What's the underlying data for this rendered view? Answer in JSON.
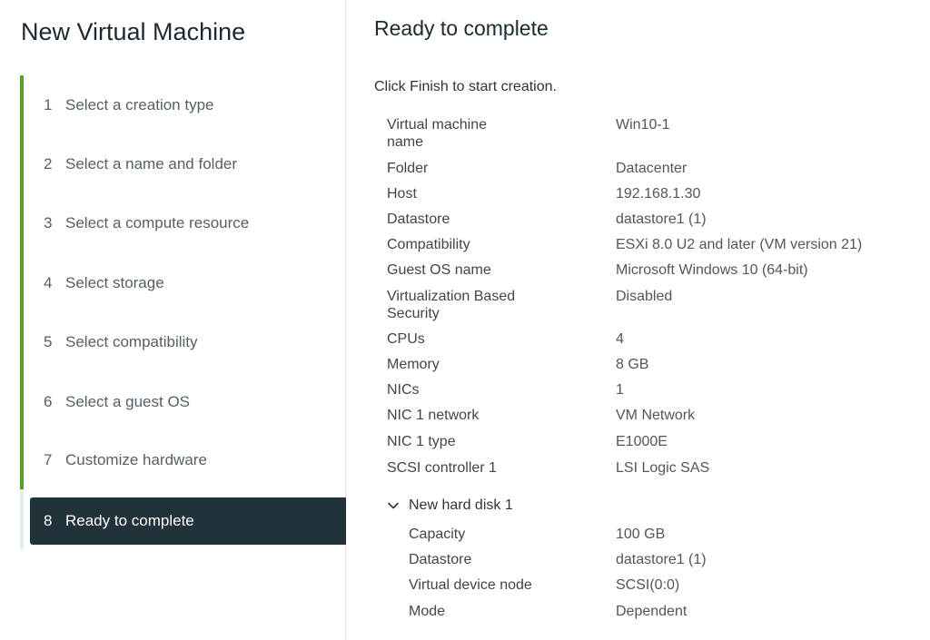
{
  "wizard": {
    "title": "New Virtual Machine",
    "steps": [
      {
        "num": "1",
        "label": "Select a creation type"
      },
      {
        "num": "2",
        "label": "Select a name and folder"
      },
      {
        "num": "3",
        "label": "Select a compute resource"
      },
      {
        "num": "4",
        "label": "Select storage"
      },
      {
        "num": "5",
        "label": "Select compatibility"
      },
      {
        "num": "6",
        "label": "Select a guest OS"
      },
      {
        "num": "7",
        "label": "Customize hardware"
      },
      {
        "num": "8",
        "label": "Ready to complete"
      }
    ],
    "active_step": "8"
  },
  "main": {
    "title": "Ready to complete",
    "instruction": "Click Finish to start creation.",
    "rows": [
      {
        "label": "Virtual machine name",
        "value": "Win10-1"
      },
      {
        "label": "Folder",
        "value": "Datacenter"
      },
      {
        "label": "Host",
        "value": "192.168.1.30"
      },
      {
        "label": "Datastore",
        "value": "datastore1 (1)"
      },
      {
        "label": "Compatibility",
        "value": "ESXi 8.0 U2 and later (VM version 21)"
      },
      {
        "label": "Guest OS name",
        "value": "Microsoft Windows 10 (64-bit)"
      },
      {
        "label": "Virtualization Based Security",
        "value": "Disabled"
      },
      {
        "label": "CPUs",
        "value": "4"
      },
      {
        "label": "Memory",
        "value": "8 GB"
      },
      {
        "label": "NICs",
        "value": "1"
      },
      {
        "label": "NIC 1 network",
        "value": "VM Network"
      },
      {
        "label": "NIC 1 type",
        "value": "E1000E"
      },
      {
        "label": "SCSI controller 1",
        "value": "LSI Logic SAS"
      }
    ],
    "hard_disk": {
      "label": "New hard disk 1",
      "rows": [
        {
          "label": "Capacity",
          "value": "100 GB"
        },
        {
          "label": "Datastore",
          "value": "datastore1 (1)"
        },
        {
          "label": "Virtual device node",
          "value": "SCSI(0:0)"
        },
        {
          "label": "Mode",
          "value": "Dependent"
        }
      ]
    }
  },
  "icons": {
    "group_toggle": "chevron-down-icon"
  },
  "colors": {
    "active_step_bg": "#22323b",
    "progress_complete": "#5a9c2a",
    "progress_pending": "#e6edf0"
  }
}
